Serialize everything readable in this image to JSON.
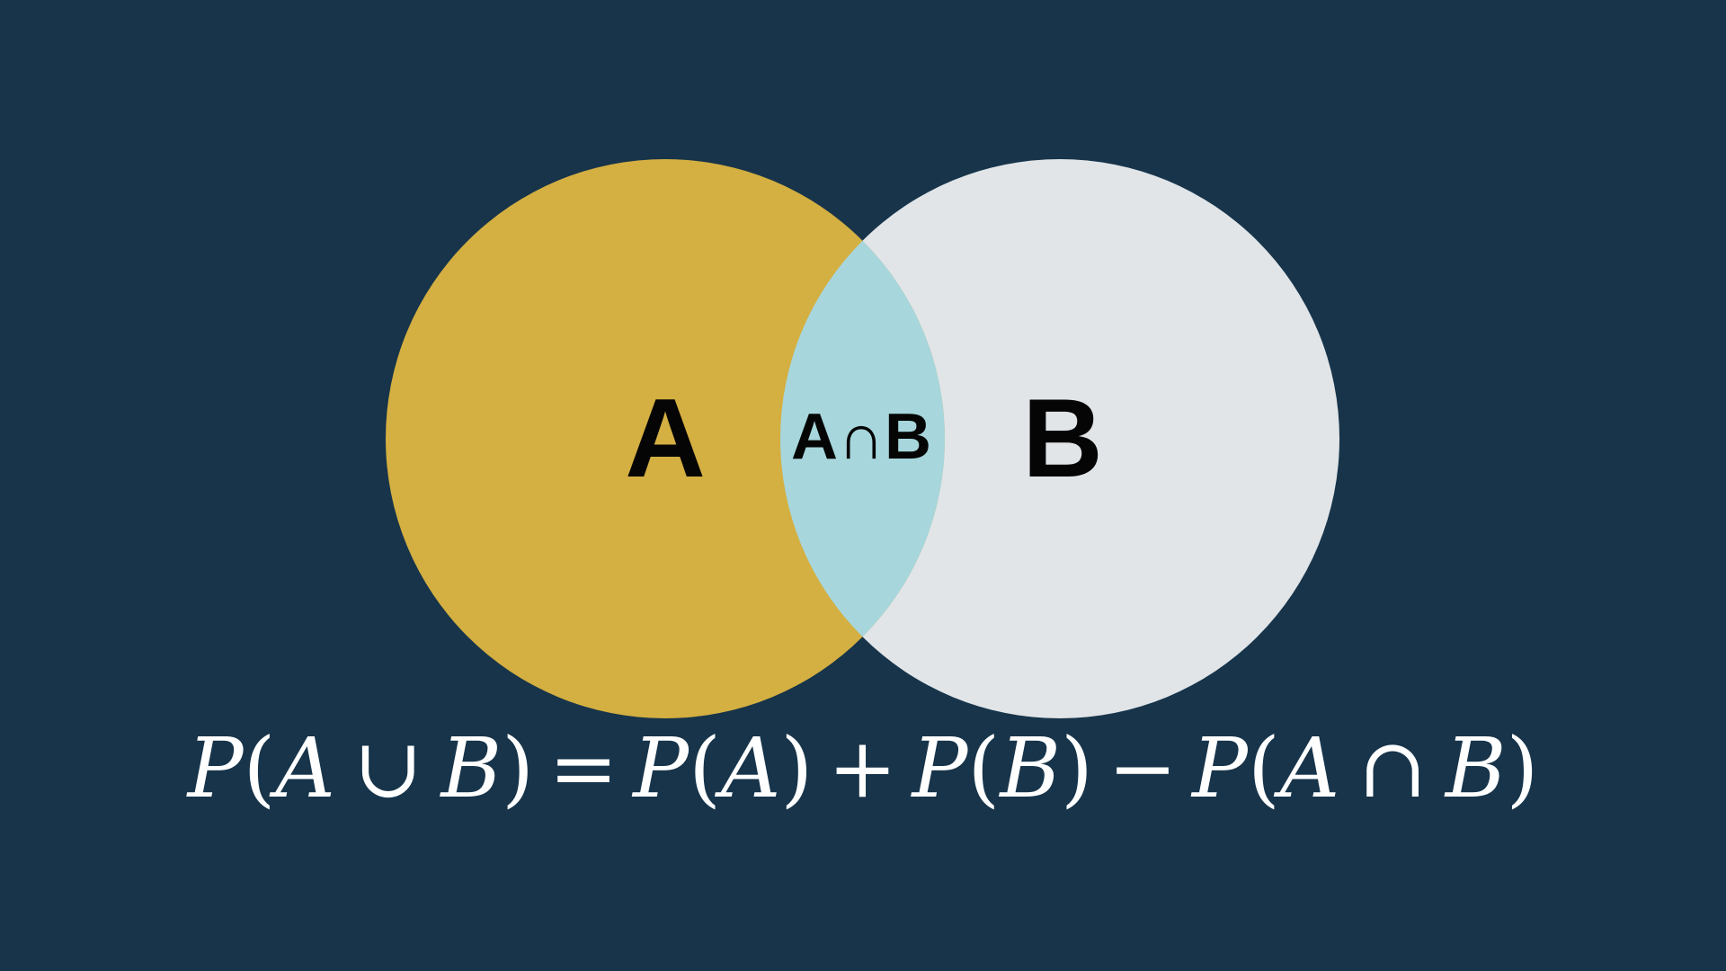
{
  "diagram": {
    "colors": {
      "background": "#17344a",
      "set_a": "#d4af41",
      "set_b": "#e1e5e8",
      "intersection": "#a7d6dc",
      "label": "#050505",
      "formula": "#ffffff"
    },
    "labels": {
      "a": "A",
      "b": "B",
      "intersection": "A∩B"
    }
  },
  "formula": {
    "lhs_p": "P",
    "lhs_open": "(",
    "lhs_a": "A",
    "lhs_union": "∪",
    "lhs_b": "B",
    "lhs_close": ")",
    "equals": "=",
    "t1_p": "P",
    "t1_open": "(",
    "t1_a": "A",
    "t1_close": ")",
    "plus": "+",
    "t2_p": "P",
    "t2_open": "(",
    "t2_b": "B",
    "t2_close": ")",
    "minus": "−",
    "t3_p": "P",
    "t3_open": "(",
    "t3_a": "A",
    "t3_intersect": "∩",
    "t3_b": "B",
    "t3_close": ")"
  }
}
